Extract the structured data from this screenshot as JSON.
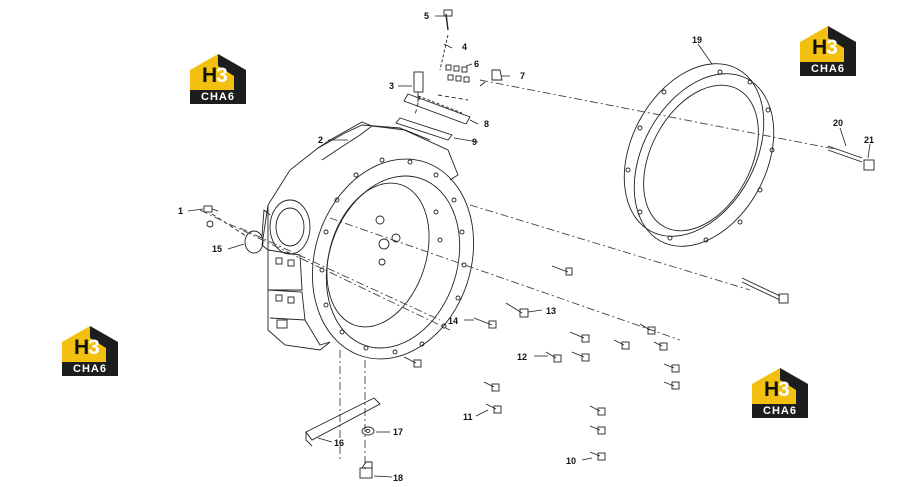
{
  "callouts": [
    "1",
    "2",
    "3",
    "4",
    "5",
    "6",
    "7",
    "8",
    "9",
    "10",
    "11",
    "12",
    "13",
    "14",
    "15",
    "16",
    "17",
    "18",
    "19",
    "20",
    "21"
  ],
  "logo": {
    "mark_h": "H",
    "mark_3": "3",
    "subtitle": "CHA6",
    "color_yellow": "#f2c10f",
    "color_dark": "#1d1d1d"
  }
}
